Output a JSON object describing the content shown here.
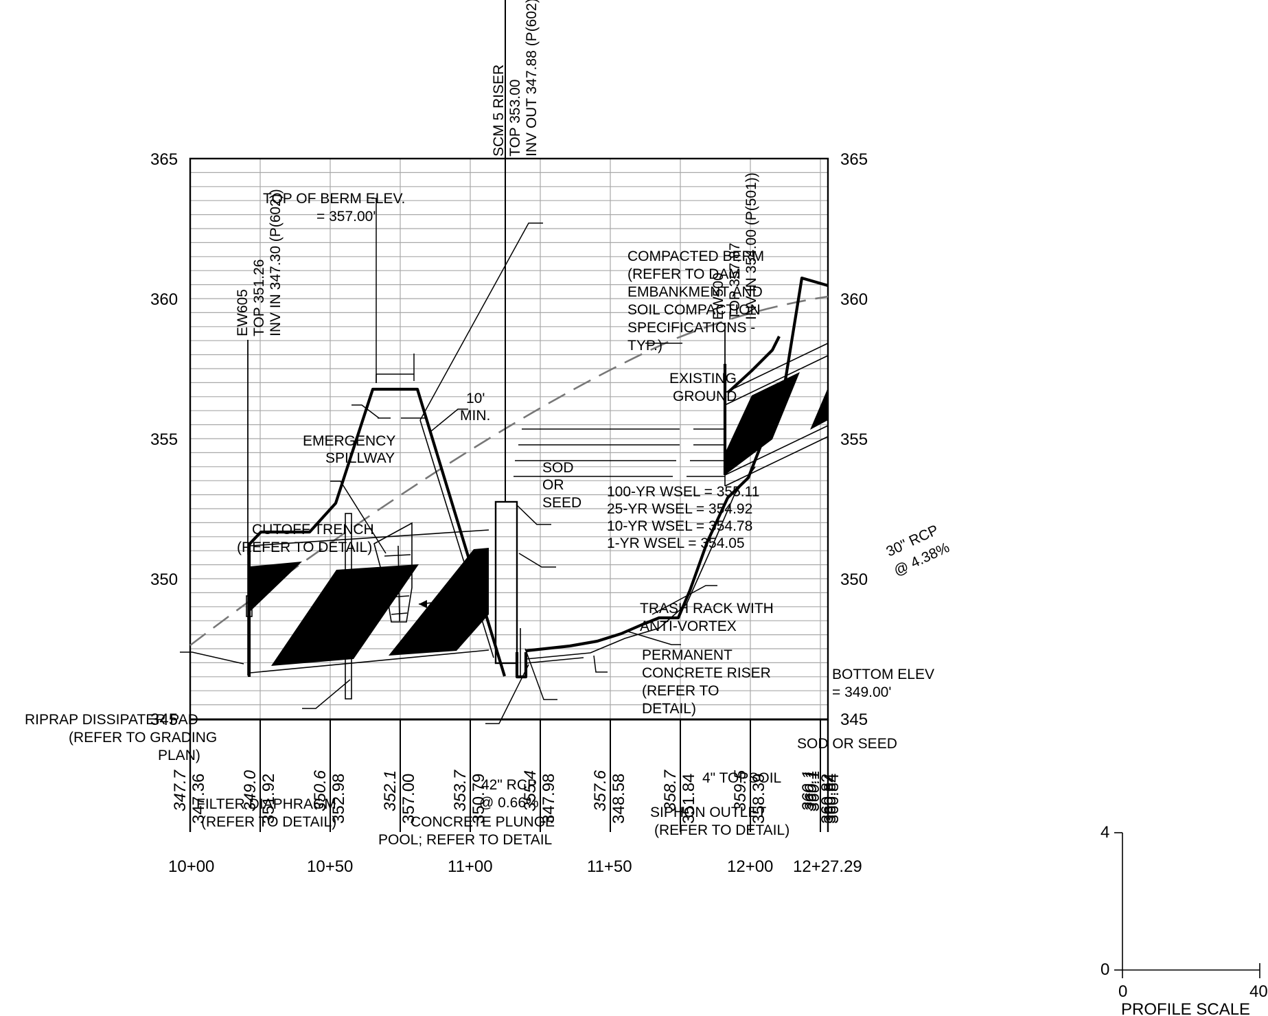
{
  "profile": {
    "elevation_labels_left": [
      "365",
      "360",
      "355",
      "350",
      "345"
    ],
    "elevation_labels_right": [
      "365",
      "360",
      "355",
      "350",
      "345"
    ],
    "stations": [
      "10+00",
      "10+50",
      "11+00",
      "11+50",
      "12+00",
      "12+27.29"
    ],
    "existing_grade": [
      "347.7",
      "349.0",
      "350.6",
      "352.1",
      "353.7",
      "355.4",
      "357.6",
      "358.7",
      "359.5",
      "360.1",
      "360.1",
      "360.1"
    ],
    "proposed_grade": [
      "347.36",
      "351.92",
      "352.98",
      "357.00",
      "350.79",
      "347.98",
      "348.58",
      "351.84",
      "358.39",
      "360.82",
      "360.84",
      "360.84"
    ]
  },
  "structures": {
    "scm5": [
      "SCM 5 RISER",
      "TOP 353.00",
      "INV OUT 347.88 (P(602))"
    ],
    "ew605": [
      "EW605",
      "TOP 351.26",
      "INV IN 347.30 (P(602))"
    ],
    "ew500": [
      "EW500",
      "TOP 357.87",
      "INV IN 354.00 (P(501))"
    ]
  },
  "wsel": [
    "100-YR WSEL = 355.11",
    "25-YR WSEL = 354.92",
    "10-YR WSEL = 354.78",
    "1-YR WSEL = 354.05"
  ],
  "annotations": {
    "top_of_berm": [
      "TOP OF BERM ELEV.",
      "= 357.00'"
    ],
    "min_width": [
      "10'",
      "MIN."
    ],
    "emergency_spillway": [
      "EMERGENCY",
      "SPILLWAY"
    ],
    "sod_or_seed": [
      "SOD",
      "OR",
      "SEED"
    ],
    "compacted_berm": [
      "COMPACTED BERM",
      "(REFER TO DAM",
      "EMBANKMENT AND",
      "SOIL COMPACTION",
      "SPECIFICATIONS -",
      "TYP.)"
    ],
    "existing_ground": [
      "EXISTING",
      "GROUND"
    ],
    "cutoff_trench": [
      "CUTOFF TRENCH",
      "(REFER TO DETAIL)"
    ],
    "trash_rack": [
      "TRASH RACK WITH",
      "ANTI-VORTEX"
    ],
    "permanent_riser": [
      "PERMANENT",
      "CONCRETE RISER",
      "(REFER TO",
      "DETAIL)"
    ],
    "bottom_elev": [
      "BOTTOM ELEV",
      "= 349.00'"
    ],
    "sod_or_seed_2": "SOD OR SEED",
    "topsoil": "4\" TOPSOIL",
    "riprap": [
      "RIPRAP DISSIPATER PAD",
      "(REFER TO GRADING",
      "PLAN)"
    ],
    "filter_diaphragm": [
      "FILTER DIAPHRAGM",
      "(REFER TO DETAIL)"
    ],
    "pipe_42": [
      "42\" RCP",
      "@ 0.66%"
    ],
    "plunge_pool": [
      "CONCRETE PLUNGE",
      "POOL; REFER TO DETAIL"
    ],
    "siphon_outlet": [
      "SIPHON OUTLET",
      "(REFER TO DETAIL)"
    ],
    "pipe_30": [
      "30\" RCP",
      "@ 4.38%"
    ]
  },
  "scale_bar": {
    "ticks": [
      "4",
      "0",
      "0",
      "40"
    ],
    "title": "PROFILE SCALE"
  }
}
